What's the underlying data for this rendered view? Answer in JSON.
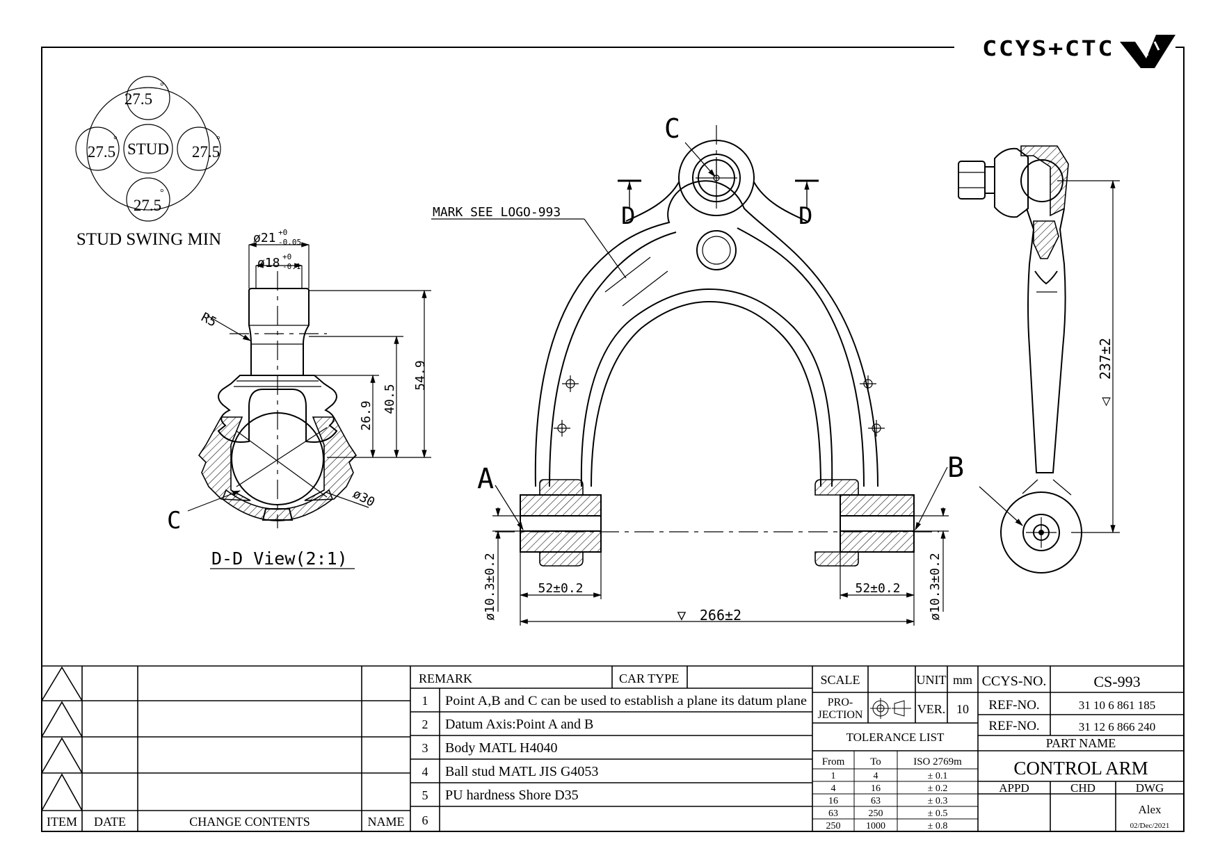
{
  "brand": {
    "logo_text": "CCYS+CTC"
  },
  "swing": {
    "top": "27.5",
    "left": "27.5",
    "right": "27.5",
    "bottom": "27.5",
    "degree": "°",
    "center": "STUD",
    "caption": "STUD SWING MIN"
  },
  "section_view": {
    "dia21_base": "ø21",
    "dia21_tol_up": "+0",
    "dia21_tol_dn": "-0.05",
    "dia18_base": "ø18",
    "dia18_tol_up": "+0",
    "dia18_tol_dn": "-0.1",
    "radius": "R5",
    "dim_549": "54.9",
    "dim_405": "40.5",
    "dim_269": "26.9",
    "ball_dia": "ø30",
    "point_c": "C",
    "caption": "D-D View(2:1)"
  },
  "main_view": {
    "point_c": "C",
    "section_d_left": "D",
    "section_d_right": "D",
    "mark_note": "MARK SEE LOGO-993",
    "point_a": "A",
    "point_b": "B",
    "bush_width_left": "52±0.2",
    "bush_width_right": "52±0.2",
    "bore_left": "ø10.3±0.2",
    "bore_right": "ø10.3±0.2",
    "overall_width": "266±2",
    "overall_symbol": "▽"
  },
  "side_view": {
    "height": "237±2",
    "height_symbol": "◁"
  },
  "revision_table": {
    "headers": {
      "item": "ITEM",
      "date": "DATE",
      "change": "CHANGE CONTENTS",
      "name": "NAME"
    }
  },
  "remarks": {
    "header": "REMARK",
    "car_type_label": "CAR TYPE",
    "car_type_value": "",
    "items": [
      {
        "no": "1",
        "text": "Point A,B and C can be used to establish a plane its datum plane"
      },
      {
        "no": "2",
        "text": "Datum Axis:Point A and B"
      },
      {
        "no": "3",
        "text": "Body MATL H4040"
      },
      {
        "no": "4",
        "text": "Ball stud MATL JIS G4053"
      },
      {
        "no": "5",
        "text": "PU hardness Shore D35"
      },
      {
        "no": "6",
        "text": ""
      }
    ]
  },
  "drawing_info": {
    "scale_label": "SCALE",
    "scale_value": "",
    "unit_label": "UNIT",
    "unit_value": "mm",
    "projection_label_1": "PRO-",
    "projection_label_2": "JECTION",
    "ver_label": "VER.",
    "ver_value": "10",
    "tolerance_title": "TOLERANCE LIST",
    "tolerance_headers": {
      "from": "From",
      "to": "To",
      "iso": "ISO 2769m"
    },
    "tolerance_rows": [
      {
        "from": "1",
        "to": "4",
        "tol": "± 0.1"
      },
      {
        "from": "4",
        "to": "16",
        "tol": "± 0.2"
      },
      {
        "from": "16",
        "to": "63",
        "tol": "± 0.3"
      },
      {
        "from": "63",
        "to": "250",
        "tol": "± 0.5"
      },
      {
        "from": "250",
        "to": "1000",
        "tol": "± 0.8"
      }
    ]
  },
  "part_info": {
    "ccys_label": "CCYS-NO.",
    "ccys_value": "CS-993",
    "ref1_label": "REF-NO.",
    "ref1_value": "31 10 6 861 185",
    "ref2_label": "REF-NO.",
    "ref2_value": "31 12 6 866 240",
    "part_name_label": "PART NAME",
    "part_name_value": "CONTROL ARM",
    "appd_label": "APPD",
    "chd_label": "CHD",
    "dwg_label": "DWG",
    "dwg_name": "Alex",
    "dwg_date": "02/Dec/2021"
  }
}
